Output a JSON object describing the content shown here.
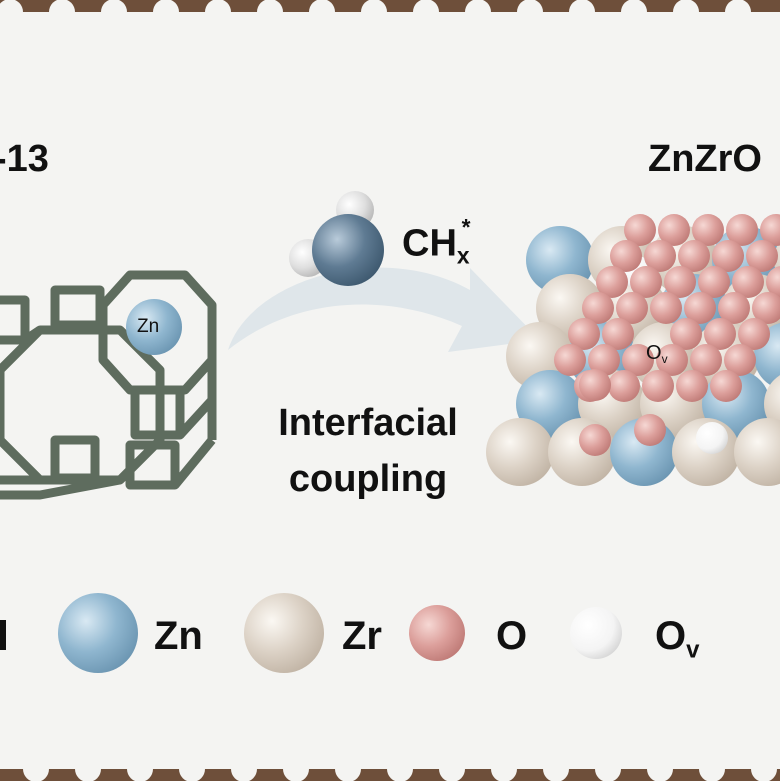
{
  "labels": {
    "left_title": "-13",
    "right_title": "ZnZrO",
    "species": "CH",
    "species_sub": "x",
    "species_sup": "*",
    "arrow_line1": "Interfacial",
    "arrow_line2": "coupling",
    "zn_in_cage": "Zn",
    "vacancy": "O",
    "vacancy_sub": "v"
  },
  "legend": [
    {
      "label": "Zn",
      "sub": "",
      "color": "#8fb6cf"
    },
    {
      "label": "Zr",
      "sub": "",
      "color": "#dcd2c6"
    },
    {
      "label": "O",
      "sub": "",
      "color": "#dc9f9b"
    },
    {
      "label": "O",
      "sub": "v",
      "color": "#f6f6f6"
    }
  ],
  "colors": {
    "frame_border": "#6e4f3a",
    "framework": "#5e6c5e",
    "zn": "#8fb6cf",
    "zr": "#dcd2c6",
    "o": "#dc9f9b",
    "ov": "#f6f6f6",
    "carbon": "#5f7b93",
    "hydrogen": "#dedede",
    "arrow": "#dfe6ea"
  }
}
